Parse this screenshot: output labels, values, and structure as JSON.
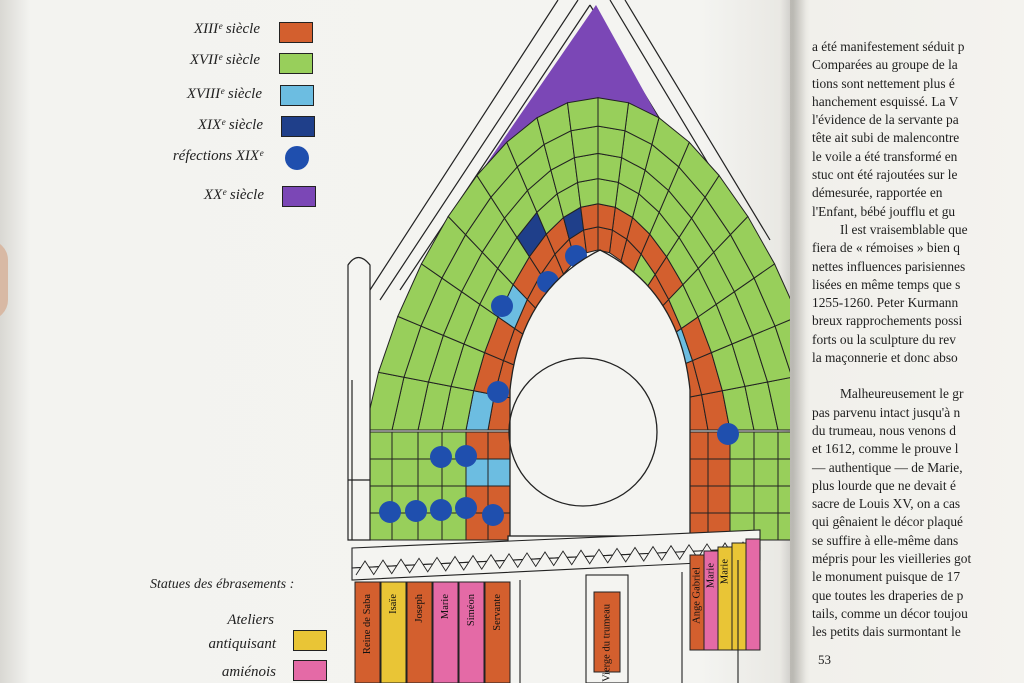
{
  "legend": {
    "items": [
      {
        "label": "XIIIᵉ siècle",
        "color": "#d35f2e",
        "kind": "square"
      },
      {
        "label": "XVIIᵉ siècle",
        "color": "#98cf5b",
        "kind": "square"
      },
      {
        "label": "XVIIIᵉ siècle",
        "color": "#6cbde1",
        "kind": "square"
      },
      {
        "label": "XIXᵉ siècle",
        "color": "#1f3f8a",
        "kind": "square"
      },
      {
        "label": "réfections XIXᵉ",
        "color": "#1f4fae",
        "kind": "dot"
      },
      {
        "label": "XXᵉ siècle",
        "color": "#7b47b6",
        "kind": "square"
      }
    ]
  },
  "statues": {
    "title": "Statues des ébrasements :",
    "ateliers_label": "Ateliers",
    "items": [
      {
        "label": "antiquisant",
        "color": "#e9c536"
      },
      {
        "label": "amiénois",
        "color": "#e46aa6"
      }
    ]
  },
  "figure": {
    "left_statues": [
      {
        "name": "Reine de Saba",
        "color": "#d35f2e"
      },
      {
        "name": "Isaïe",
        "color": "#e9c536"
      },
      {
        "name": "Joseph",
        "color": "#d35f2e"
      },
      {
        "name": "Marie",
        "color": "#e46aa6"
      },
      {
        "name": "Siméon",
        "color": "#e46aa6"
      },
      {
        "name": "Servante",
        "color": "#d35f2e"
      }
    ],
    "trumeau": {
      "name": "Vierge du trumeau",
      "color": "#d35f2e"
    },
    "right_statues": [
      {
        "name": "Ange Gabriel",
        "color": "#d35f2e"
      },
      {
        "name": "Marie",
        "color": "#e46aa6"
      },
      {
        "name": "Marie",
        "color": "#e9c536"
      },
      {
        "name": "",
        "color": "#e9c536"
      },
      {
        "name": "",
        "color": "#e46aa6"
      }
    ],
    "arch_colors": {
      "xiii": "#d35f2e",
      "xvii": "#98cf5b",
      "xviii": "#6cbde1",
      "xix": "#1f3f8a",
      "dot": "#1f4fae",
      "xx": "#7b47b6"
    }
  },
  "text": {
    "lines": [
      "a été manifestement séduit p",
      "Comparées au groupe de la",
      "tions sont nettement plus é",
      "hanchement esquissé. La V",
      "l'évidence de la servante pa",
      "tête ait subi de malencontre",
      "le voile a été transformé en",
      "stuc ont été rajoutées sur le",
      "démesurée, rapportée en",
      "l'Enfant, bébé joufflu et gu"
    ],
    "para2": [
      "Il est vraisemblable que",
      "fiera de « rémoises » bien q",
      "nettes influences parisiennes",
      "lisées en même temps que s",
      "1255-1260. Peter Kurmann",
      "breux rapprochements possi",
      "forts ou la sculpture du rev",
      "la maçonnerie et donc abso"
    ],
    "para3": [
      "Malheureusement le gr",
      "pas parvenu intact jusqu'à n",
      "du trumeau, nous venons d",
      "et 1612, comme le prouve l",
      "— authentique — de Marie,",
      "plus lourde que ne devait é",
      "sacre de Louis XV, on a cas",
      "qui gênaient le décor plaqué",
      "se suffire à elle-même dans",
      "mépris pour les vieilleries got",
      "le monument puisque de 17",
      "que toutes les draperies de p",
      "tails, comme un décor toujou",
      "les petits dais surmontant le"
    ],
    "page_number": "53"
  }
}
